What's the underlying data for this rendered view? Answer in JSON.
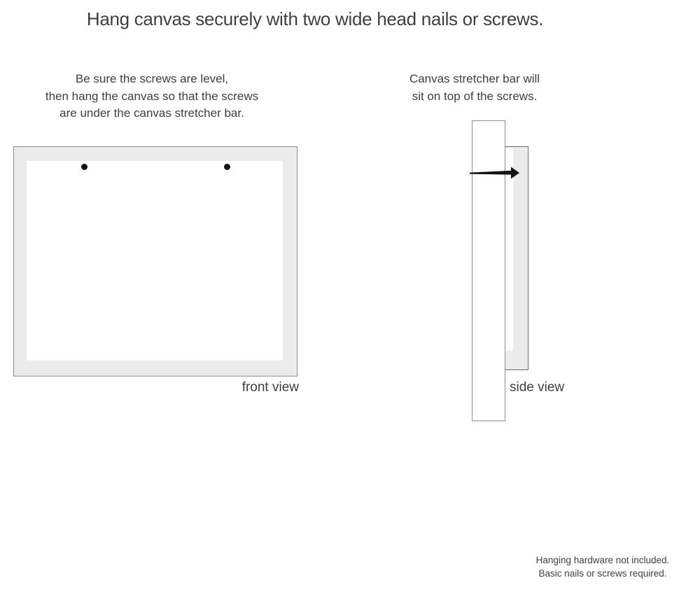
{
  "title": "Hang canvas securely with two wide head nails or screws.",
  "instructions_left": {
    "lines": [
      "Be sure the screws are level,",
      "then hang the canvas so that the screws",
      "are under the canvas stretcher bar."
    ]
  },
  "instructions_right": {
    "lines": [
      "Canvas stretcher bar will",
      "sit on top of the screws."
    ]
  },
  "front_view": {
    "label": "front view"
  },
  "side_view": {
    "label": "side view"
  },
  "footnote": {
    "lines": [
      "Hanging hardware not included.",
      "Basic nails or screws required."
    ]
  },
  "colors": {
    "page_bg": "#ffffff",
    "canvas_gray": "#ebebeb",
    "outline_gray": "#8c8c8c",
    "outline_dark": "#6e6e6e",
    "text_color": "#3f3f3f",
    "nail_black": "#141414"
  }
}
